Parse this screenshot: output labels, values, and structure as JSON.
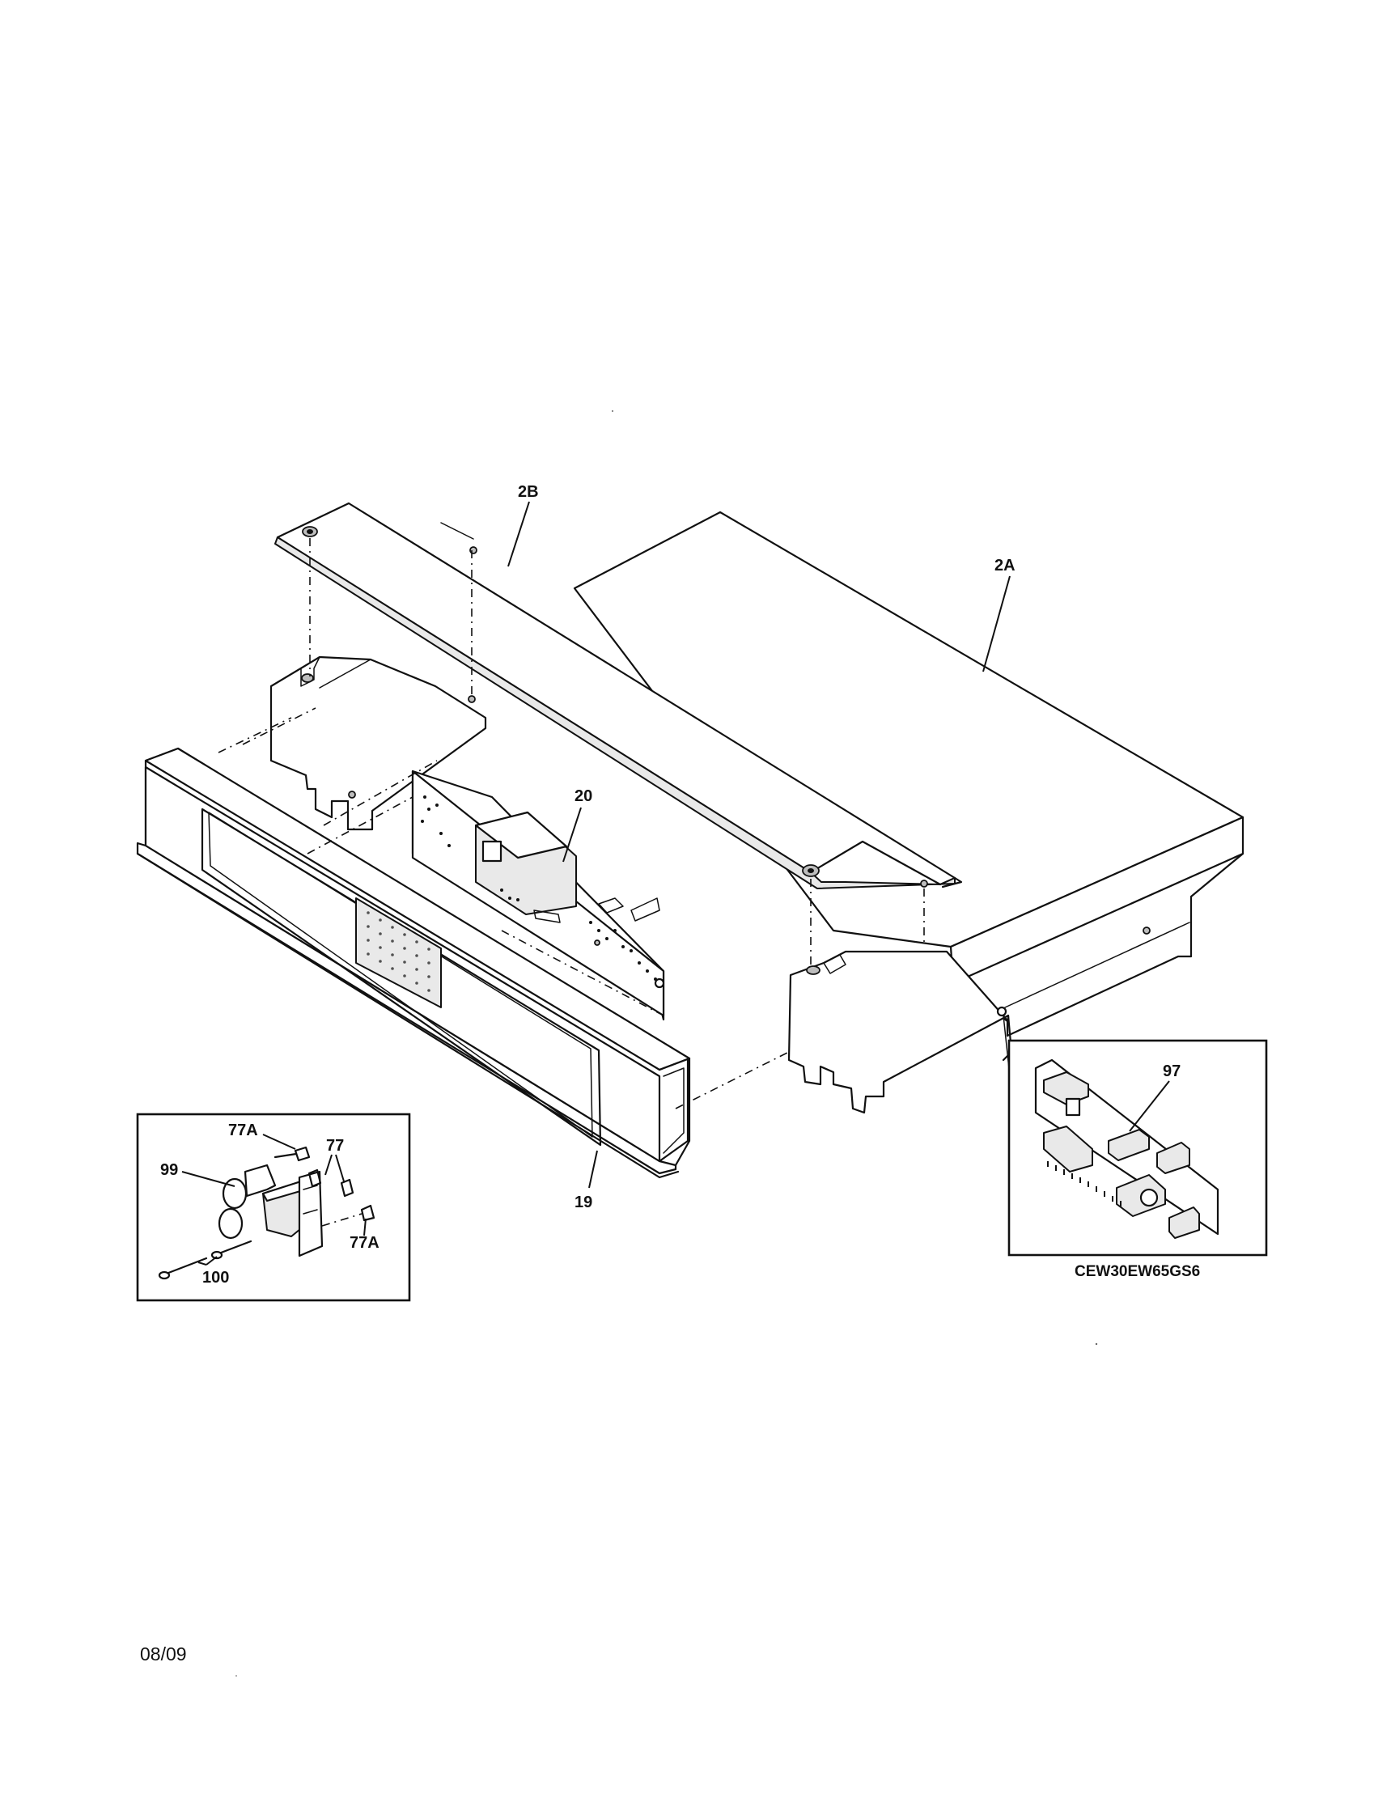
{
  "diagram": {
    "callouts": {
      "c_2B": "2B",
      "c_2A": "2A",
      "c_20": "20",
      "c_19": "19",
      "c_97": "97",
      "c_77A_top": "77A",
      "c_77": "77",
      "c_99": "99",
      "c_77A_bottom": "77A",
      "c_100": "100"
    },
    "model_number": "CEW30EW65GS6",
    "date_code": "08/09"
  }
}
